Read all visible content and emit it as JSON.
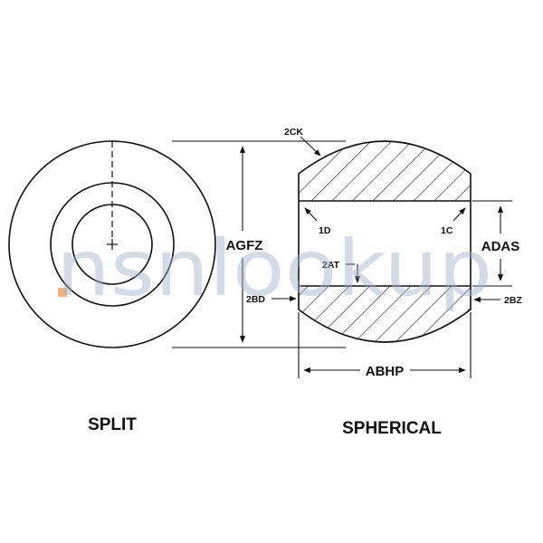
{
  "watermark": {
    "text": "nsnlookup",
    "dot_color": "#f0a060",
    "text_color": "#9fb3c8"
  },
  "views": {
    "split": {
      "caption": "SPLIT"
    },
    "spherical": {
      "caption": "SPHERICAL"
    }
  },
  "dimensions": {
    "overall_height": "AGFZ",
    "bore_height": "ADAS",
    "width": "ABHP",
    "edge_top": "2CK",
    "corner_left": "1D",
    "corner_right": "1C",
    "depth": "2AT",
    "side_left": "2BD",
    "side_right": "2BZ"
  }
}
